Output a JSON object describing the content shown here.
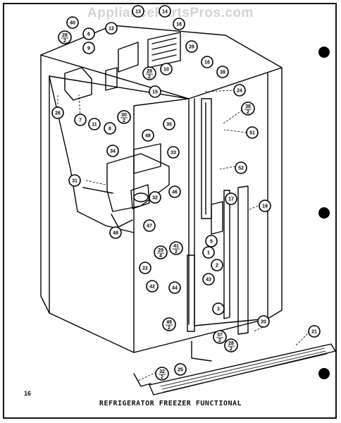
{
  "watermark": "AppliancePartsPros.com",
  "page_number": "16",
  "caption": "REFRIGERATOR FREEZER FUNCTIONAL",
  "callouts": [
    {
      "id": "c40",
      "label": "40"
    },
    {
      "id": "c6a",
      "label": "6"
    },
    {
      "id": "c28a",
      "label": "28",
      "sub": "2"
    },
    {
      "id": "c9",
      "label": "9"
    },
    {
      "id": "c12",
      "label": "12"
    },
    {
      "id": "c13",
      "label": "13"
    },
    {
      "id": "c14",
      "label": "14"
    },
    {
      "id": "c18",
      "label": "18"
    },
    {
      "id": "c28b",
      "label": "28"
    },
    {
      "id": "c28c",
      "label": "28",
      "sub": "2"
    },
    {
      "id": "c10",
      "label": "10"
    },
    {
      "id": "c16",
      "label": "16"
    },
    {
      "id": "c39",
      "label": "39"
    },
    {
      "id": "c15",
      "label": "15"
    },
    {
      "id": "c24",
      "label": "24"
    },
    {
      "id": "c26",
      "label": "26"
    },
    {
      "id": "c7",
      "label": "7"
    },
    {
      "id": "c11",
      "label": "11"
    },
    {
      "id": "c8",
      "label": "8"
    },
    {
      "id": "c30",
      "label": "30",
      "sub": "2"
    },
    {
      "id": "c38",
      "label": "38",
      "sub": "2"
    },
    {
      "id": "c35",
      "label": "35"
    },
    {
      "id": "c51",
      "label": "51"
    },
    {
      "id": "c48a",
      "label": "48"
    },
    {
      "id": "c34",
      "label": "34"
    },
    {
      "id": "c33",
      "label": "33"
    },
    {
      "id": "c52",
      "label": "52"
    },
    {
      "id": "c31",
      "label": "31"
    },
    {
      "id": "c32",
      "label": "32"
    },
    {
      "id": "c46",
      "label": "46"
    },
    {
      "id": "c17",
      "label": "17"
    },
    {
      "id": "c19",
      "label": "19"
    },
    {
      "id": "c47",
      "label": "47"
    },
    {
      "id": "c48b",
      "label": "48"
    },
    {
      "id": "c5",
      "label": "5"
    },
    {
      "id": "c29",
      "label": "29",
      "sub": "4"
    },
    {
      "id": "c41",
      "label": "41",
      "sub": "2"
    },
    {
      "id": "c1",
      "label": "1"
    },
    {
      "id": "c2",
      "label": "2"
    },
    {
      "id": "c22",
      "label": "22"
    },
    {
      "id": "c43",
      "label": "43"
    },
    {
      "id": "c42",
      "label": "42"
    },
    {
      "id": "c44",
      "label": "44"
    },
    {
      "id": "c3",
      "label": "3"
    },
    {
      "id": "c49",
      "label": "49",
      "sub": "2"
    },
    {
      "id": "c20",
      "label": "20"
    },
    {
      "id": "c21",
      "label": "21"
    },
    {
      "id": "c37",
      "label": "37",
      "sub": "2"
    },
    {
      "id": "c28d",
      "label": "28",
      "sub": "2"
    },
    {
      "id": "c25",
      "label": "25"
    },
    {
      "id": "c32b",
      "label": "32",
      "sub": "2"
    }
  ]
}
